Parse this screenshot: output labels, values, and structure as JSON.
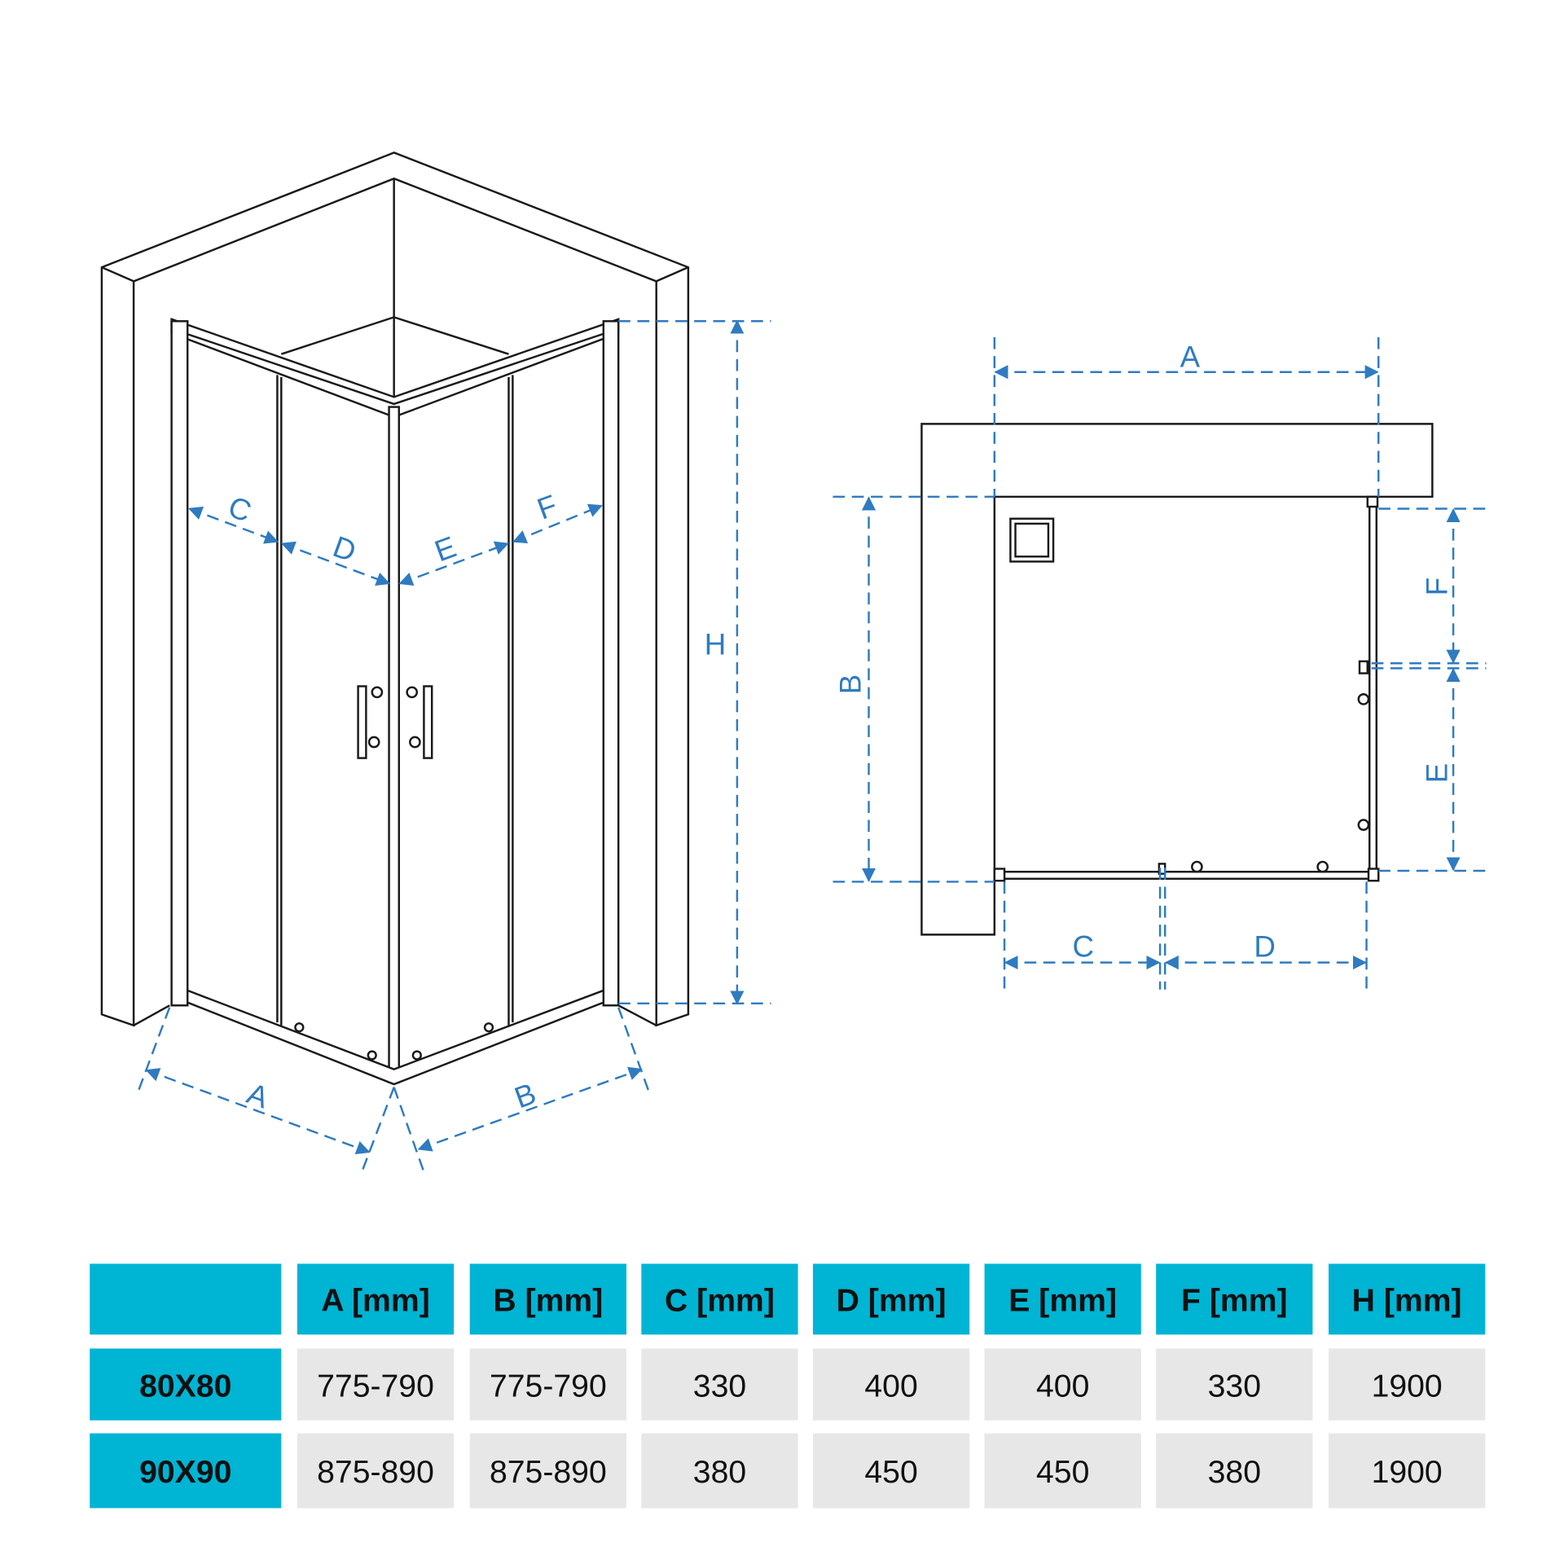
{
  "colors": {
    "header": "#00b4d4",
    "cell": "#e7e7e7",
    "dimension": "#2f7bc0"
  },
  "iso_view": {
    "labels": {
      "A": "A",
      "B": "B",
      "C": "C",
      "D": "D",
      "E": "E",
      "F": "F",
      "H": "H"
    }
  },
  "plan_view": {
    "labels": {
      "A": "A",
      "B": "B",
      "C": "C",
      "D": "D",
      "E": "E",
      "F": "F"
    }
  },
  "table": {
    "headers": [
      "",
      "A [mm]",
      "B [mm]",
      "C [mm]",
      "D [mm]",
      "E [mm]",
      "F [mm]",
      "H [mm]"
    ],
    "rows": [
      [
        "80X80",
        "775-790",
        "775-790",
        "330",
        "400",
        "400",
        "330",
        "1900"
      ],
      [
        "90X90",
        "875-890",
        "875-890",
        "380",
        "450",
        "450",
        "380",
        "1900"
      ]
    ]
  }
}
